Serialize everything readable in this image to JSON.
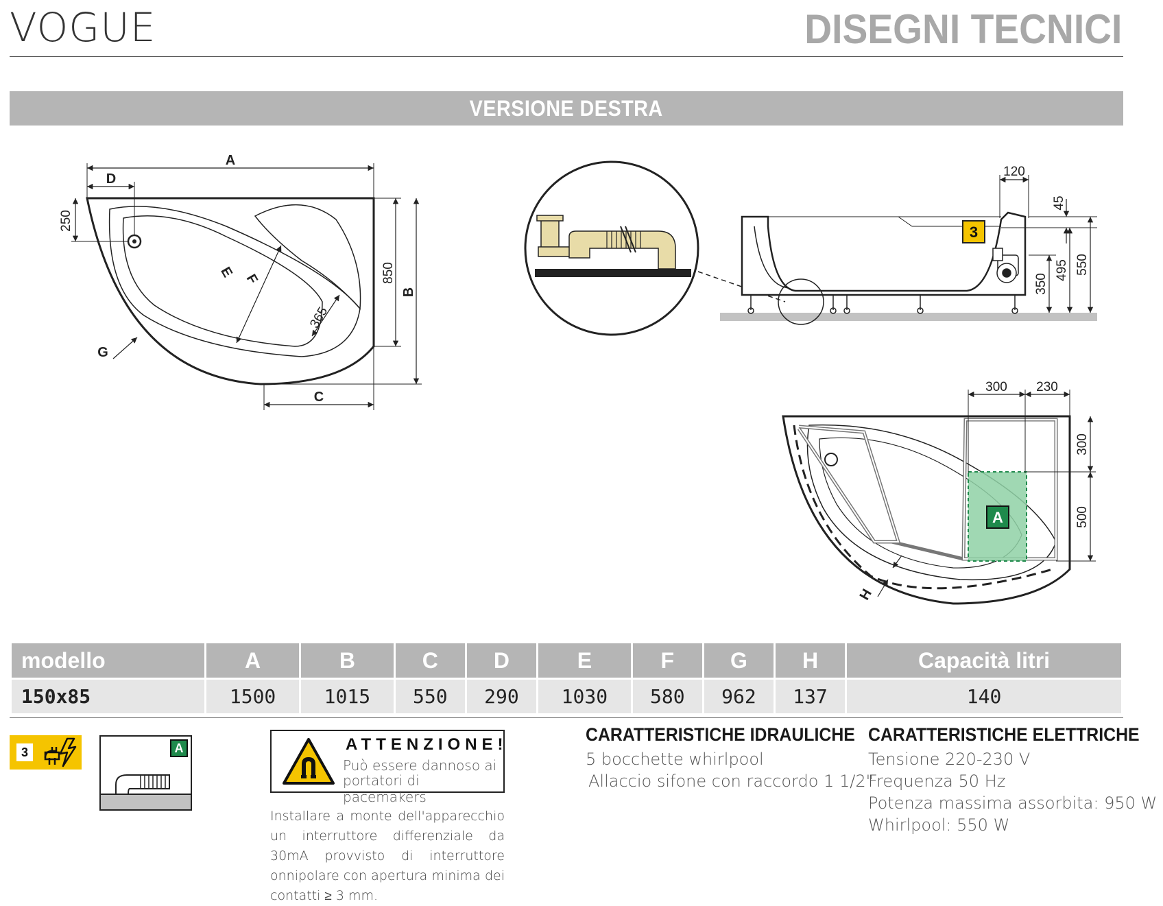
{
  "header": {
    "model_title": "VOGUE",
    "section_title": "DISEGNI TECNICI"
  },
  "version_band": "VERSIONE DESTRA",
  "drawings": {
    "plan": {
      "label_a": "A",
      "label_d": "D",
      "label_b": "B",
      "label_c": "C",
      "label_e": "E",
      "label_f": "F",
      "label_g": "G",
      "dim_250": "250",
      "dim_850": "850",
      "dim_365": "365"
    },
    "side": {
      "dim_120": "120",
      "dim_45": "45",
      "dim_350": "350",
      "dim_495": "495",
      "dim_550": "550",
      "marker_3": "3"
    },
    "bottom": {
      "dim_300_top": "300",
      "dim_230": "230",
      "dim_300_side": "300",
      "dim_500": "500",
      "label_h": "H",
      "marker_a": "A"
    }
  },
  "table": {
    "headers": [
      "modello",
      "A",
      "B",
      "C",
      "D",
      "E",
      "F",
      "G",
      "H",
      "Capacità litri"
    ],
    "rows": [
      [
        "150x85",
        "1500",
        "1015",
        "550",
        "290",
        "1030",
        "580",
        "962",
        "137",
        "140"
      ]
    ]
  },
  "legend": {
    "badge_3": "3",
    "badge_a": "A"
  },
  "warning": {
    "title": "ATTENZIONE!",
    "line1": "Può essere dannoso ai",
    "line2": "portatori di pacemakers"
  },
  "install_note": "Installare a monte dell'apparecchio un interruttore differenziale da 30mA provvisto di interruttore onnipolare con apertura minima dei contatti ≥ 3 mm.",
  "hydraulic": {
    "title": "CARATTERISTICHE IDRAULICHE",
    "lines": [
      "5 bocchette whirlpool",
      "Allaccio sifone con raccordo 1 1/2\""
    ]
  },
  "electrical": {
    "title": "CARATTERISTICHE ELETTRICHE",
    "lines": [
      "Tensione 220-230 V",
      "Frequenza 50 Hz",
      "Potenza massima assorbita: 950 W",
      "Whirlpool: 550 W"
    ]
  },
  "colors": {
    "band_gray": "#b5b5b5",
    "row_gray": "#e6e6e6",
    "marker_yellow": "#f5c400",
    "marker_green": "#1f8a4c",
    "zone_green": "#8fd1a6",
    "pipe_beige": "#e8dca8"
  }
}
